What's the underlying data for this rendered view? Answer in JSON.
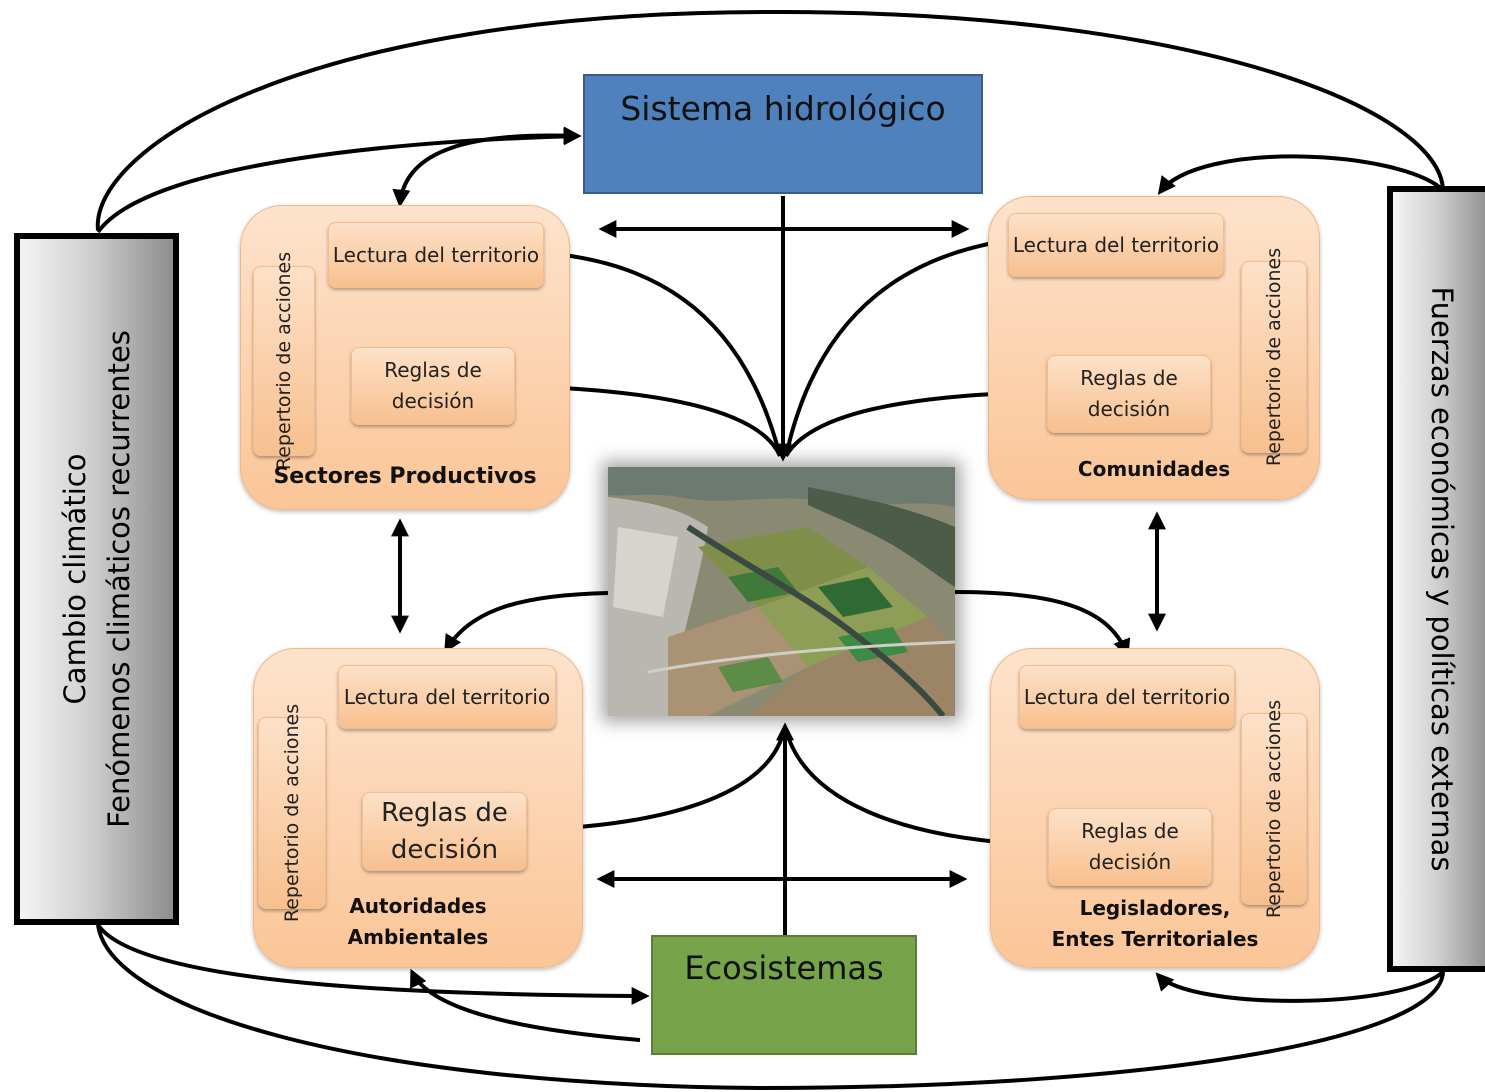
{
  "hydro_system": {
    "label": "Sistema hidrológico",
    "color": "#4f81bd"
  },
  "ecosystems": {
    "label": "Ecosistemas",
    "color": "#77a34a"
  },
  "left_driver": {
    "line1": "Cambio climático",
    "line2": "Fenómenos climáticos recurrentes"
  },
  "right_driver": {
    "label": "Fuerzas económicas y políticas externas"
  },
  "actors": {
    "sectores": {
      "title": "Sectores Productivos",
      "lectura": "Lectura del territorio",
      "reglas": "Reglas de decisión",
      "repertorio": "Repertorio de acciones"
    },
    "comunidades": {
      "title": "Comunidades",
      "lectura": "Lectura del territorio",
      "reglas": "Reglas de decisión",
      "repertorio": "Repertorio de acciones"
    },
    "autoridades": {
      "title_line1": "Autoridades",
      "title_line2": "Ambientales",
      "lectura": "Lectura del territorio",
      "reglas": "Reglas de decisión",
      "repertorio": "Repertorio de acciones"
    },
    "legisladores": {
      "title_line1": "Legisladores,",
      "title_line2": "Entes Territoriales",
      "lectura": "Lectura del territorio",
      "reglas": "Reglas de decisión",
      "repertorio": "Repertorio de acciones"
    }
  },
  "colors": {
    "actor_fill": "#fbc597",
    "arrow": "#000000",
    "inner_arrow": "#f2a66c"
  }
}
